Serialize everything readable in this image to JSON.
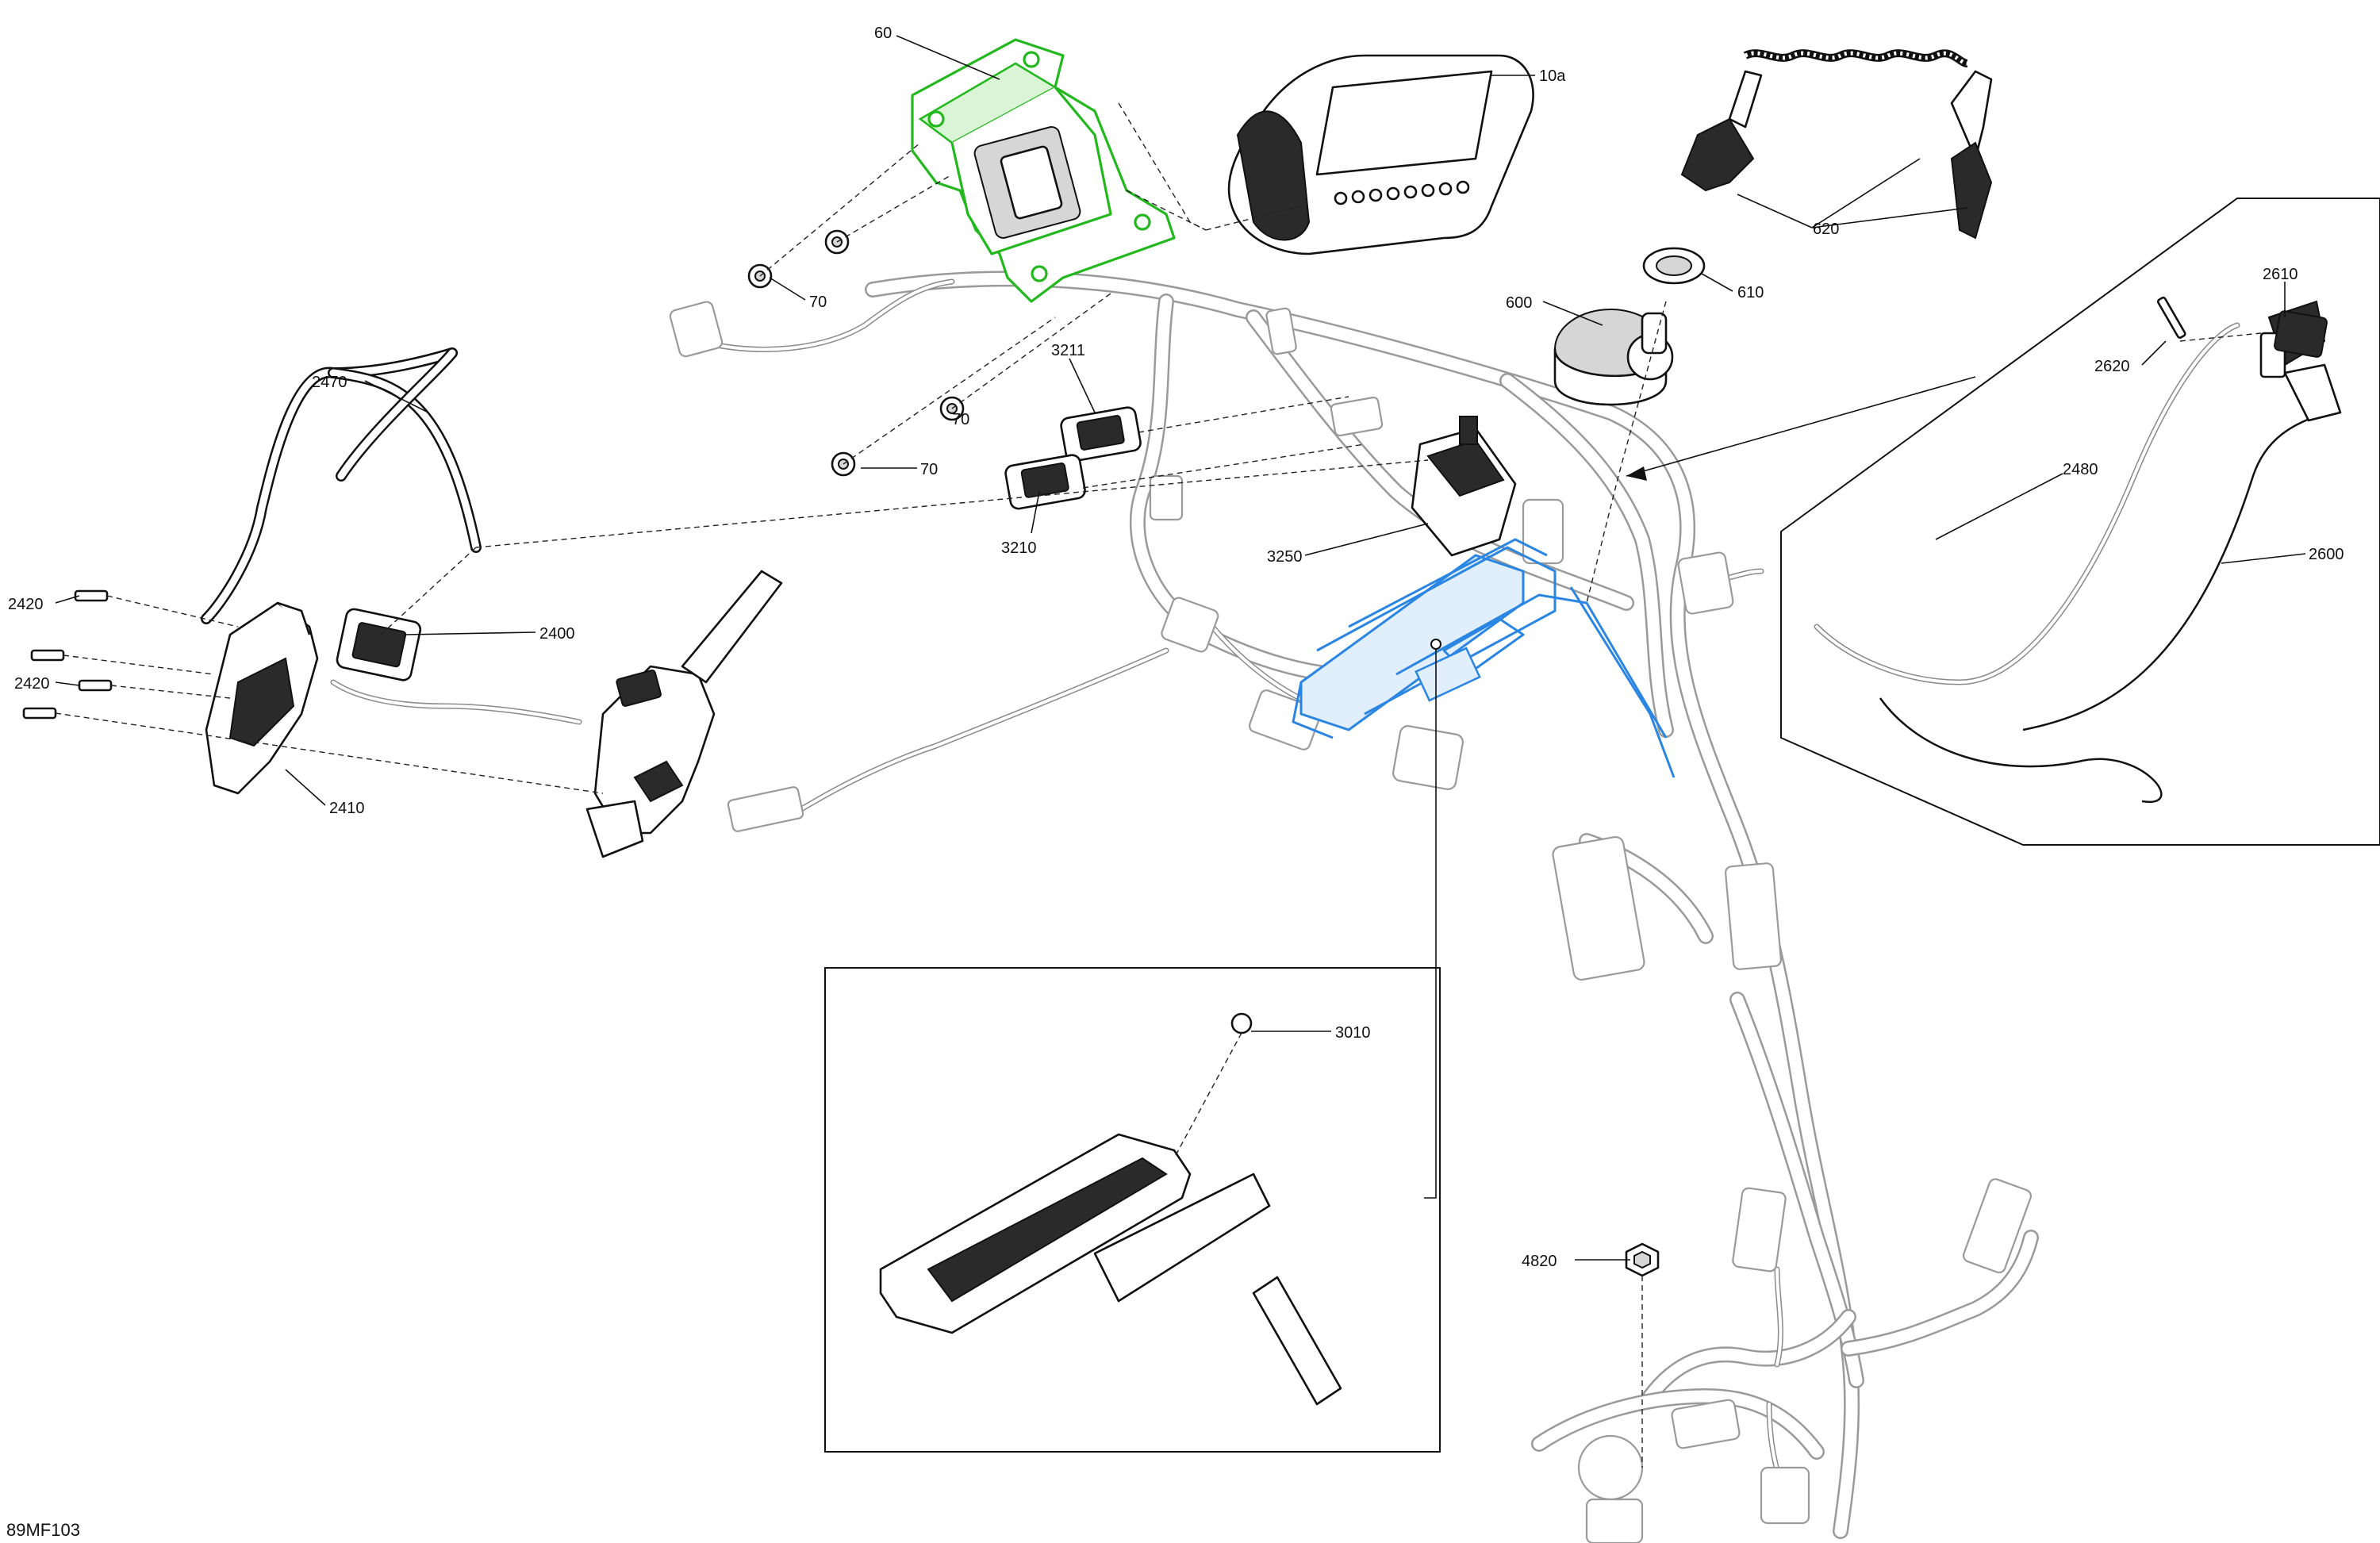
{
  "callouts": {
    "c60": "60",
    "c10a": "10a",
    "c620": "620",
    "c610": "610",
    "c600": "600",
    "c70a": "70",
    "c70b": "70",
    "c70c": "70",
    "c3211": "3211",
    "c3210": "3210",
    "c3250": "3250",
    "c2470": "2470",
    "c2420a": "2420",
    "c2420b": "2420",
    "c2400": "2400",
    "c2410": "2410",
    "c2610": "2610",
    "c2620": "2620",
    "c2480": "2480",
    "c2600": "2600",
    "c3010": "3010",
    "c4820": "4820"
  },
  "figure_ref": "89MF103",
  "colors": {
    "highlight_green": "#22b81e",
    "highlight_blue": "#2b86e3",
    "line": "#111111",
    "harness": "#9a9a9a"
  }
}
